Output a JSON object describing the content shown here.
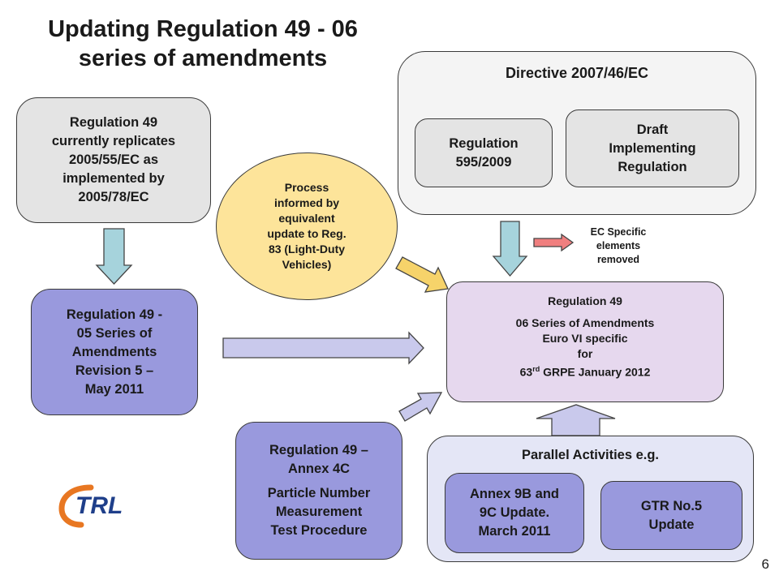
{
  "title": {
    "line1": "Updating Regulation 49 - 06",
    "line2": "series of amendments"
  },
  "reg49_current": {
    "lines": [
      "Regulation 49",
      "currently replicates",
      "2005/55/EC as",
      "implemented by",
      "2005/78/EC"
    ]
  },
  "reg49_05": {
    "lines": [
      "Regulation 49 -",
      "05 Series of",
      "Amendments",
      "Revision 5 –",
      "May 2011"
    ]
  },
  "process": {
    "lines": [
      "Process",
      "informed by",
      "equivalent",
      "update to Reg.",
      "83 (Light-Duty",
      "Vehicles)"
    ]
  },
  "directive": {
    "title": "Directive 2007/46/EC",
    "reg595": {
      "lines": [
        "Regulation",
        "595/2009"
      ]
    },
    "draft": {
      "lines": [
        "Draft",
        "Implementing",
        "Regulation"
      ]
    }
  },
  "ec_specific": {
    "lines": [
      "EC Specific",
      "elements",
      "removed"
    ]
  },
  "reg49_06": {
    "line1": "Regulation 49",
    "line2": "06 Series of Amendments",
    "line3": "Euro VI specific",
    "line4": "for",
    "line5_pre": "63",
    "line5_sup": "rd",
    "line5_post": " GRPE January 2012"
  },
  "annex4c": {
    "lines": [
      "Regulation 49 –",
      "Annex 4C"
    ],
    "sub_lines": [
      "Particle Number",
      "Measurement",
      "Test Procedure"
    ]
  },
  "parallel": {
    "title": "Parallel Activities e.g.",
    "annex9b": {
      "lines": [
        "Annex 9B and",
        "9C Update.",
        "March 2011"
      ]
    },
    "gtr5": {
      "lines": [
        "GTR No.5",
        "Update"
      ]
    }
  },
  "logo": {
    "text": "TRL"
  },
  "page_number": "6",
  "colors": {
    "grey_box": "#e4e4e4",
    "purple_box": "#9999dd",
    "lavender_box": "#e6d8ee",
    "process_circle": "#fde49a",
    "arrow_teal": "#a6d3dc",
    "arrow_lavender": "#c9c9ec",
    "arrow_yellow": "#f6d36a",
    "arrow_red": "#f07f7f",
    "logo_navy": "#1f3f8a",
    "logo_orange": "#e87722"
  }
}
